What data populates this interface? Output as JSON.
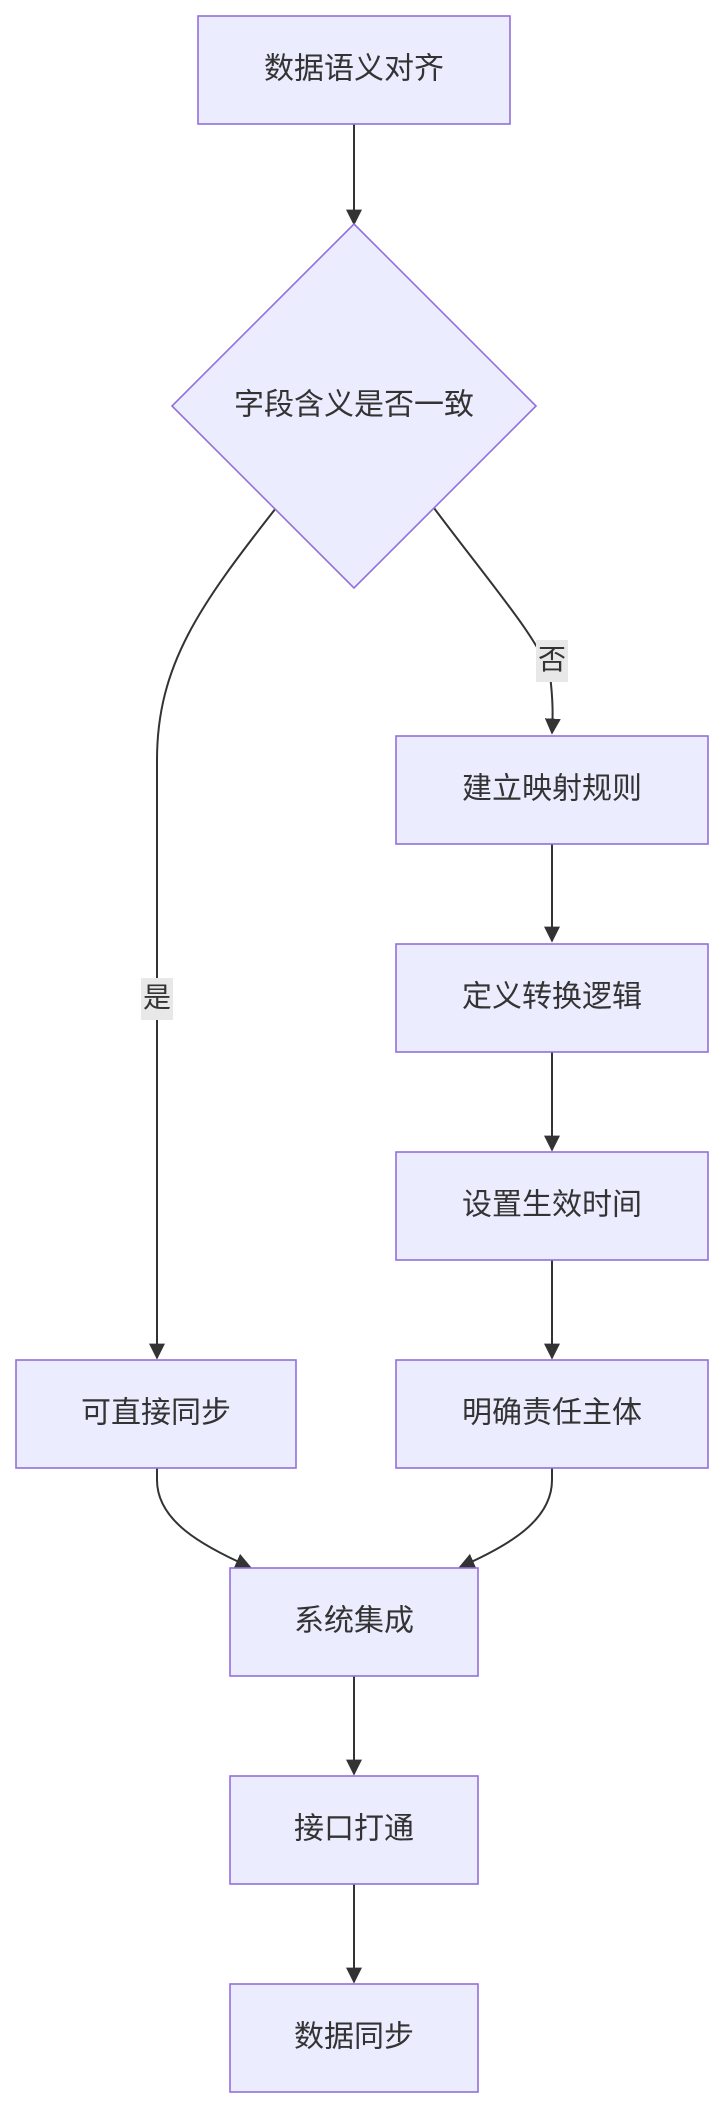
{
  "nodes": {
    "semantic_align": "数据语义对齐",
    "field_consistent": "字段含义是否一致",
    "build_mapping": "建立映射规则",
    "define_transform": "定义转换逻辑",
    "set_effective_time": "设置生效时间",
    "direct_sync": "可直接同步",
    "clarify_owner": "明确责任主体",
    "system_integration": "系统集成",
    "interface_connect": "接口打通",
    "data_sync": "数据同步"
  },
  "edge_labels": {
    "yes": "是",
    "no": "否"
  },
  "colors": {
    "node_fill": "#ECECFF",
    "node_stroke": "#9370DB",
    "edge": "#333333",
    "label_bg": "#e8e8e8"
  }
}
